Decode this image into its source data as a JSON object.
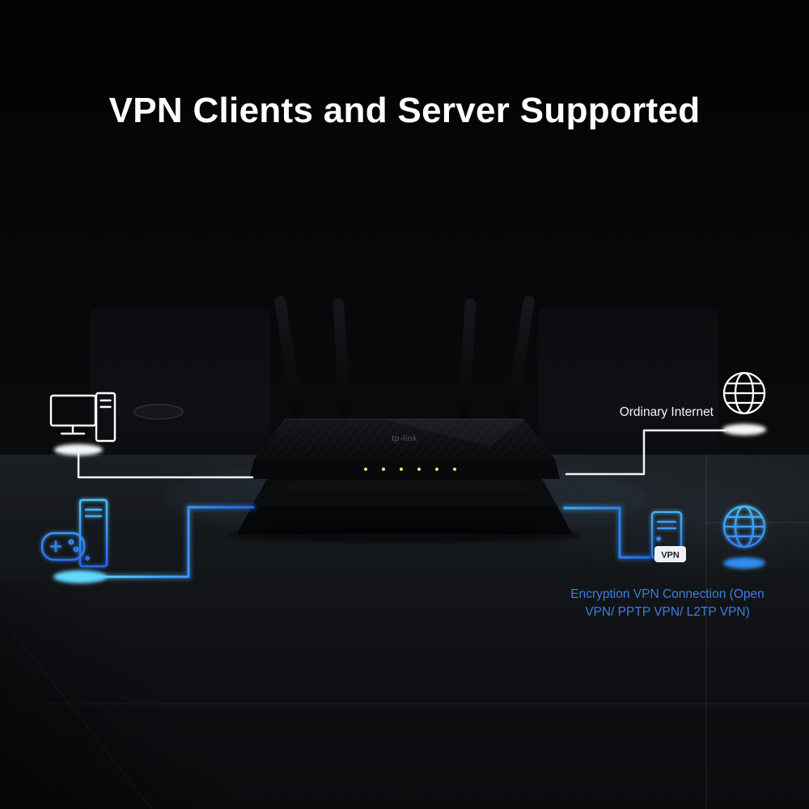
{
  "title": "VPN Clients and Server Supported",
  "router": {
    "brand_logo": "tp-link",
    "led_count": 6
  },
  "connections": {
    "ordinary": {
      "label": "Ordinary Internet",
      "line_color": "#ffffff",
      "endpoints": [
        "desktop-computer",
        "router",
        "internet-globe"
      ]
    },
    "vpn": {
      "label_line1": "Encryption VPN Connection (Open",
      "label_line2": "VPN/ PPTP VPN/ L2TP VPN)",
      "badge": "VPN",
      "line_color_start": "#55d0ff",
      "line_color_end": "#2163e6",
      "endpoints": [
        "gaming-pc",
        "router",
        "vpn-server-globe"
      ]
    }
  },
  "colors": {
    "background": "#060708",
    "title": "#ffffff",
    "vpn_text": "#3e7de0",
    "led": "#c9ec70"
  },
  "icons": [
    "desktop-computer-icon",
    "gamepad-icon",
    "pc-tower-icon",
    "globe-icon",
    "globe-blue-icon",
    "vpn-server-icon"
  ]
}
